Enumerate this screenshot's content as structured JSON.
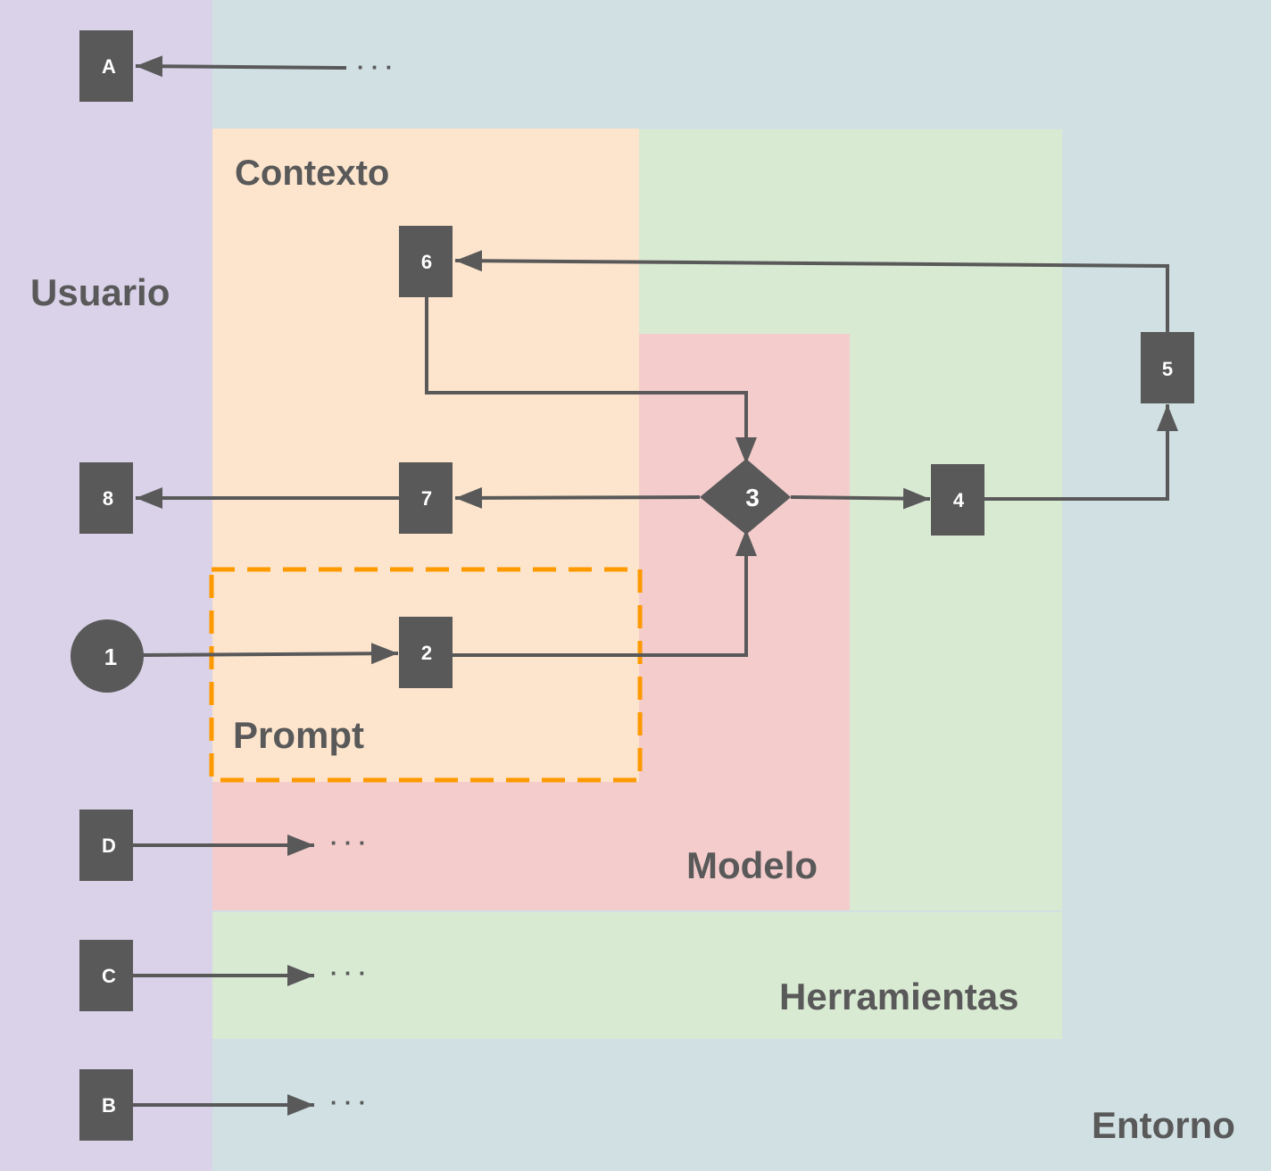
{
  "colors": {
    "entorno": "#d1e0e3",
    "usuario": "#d9d2e8",
    "herramientas": "#d9ead3",
    "contexto": "#fde5cd",
    "modelo": "#f4cccc",
    "prompt_border": "#ff9900",
    "node_fill": "#595959",
    "edge": "#595959",
    "label": "#595959"
  },
  "regions": {
    "usuario": "Usuario",
    "entorno": "Entorno",
    "herramientas": "Herramientas",
    "contexto": "Contexto",
    "modelo": "Modelo",
    "prompt": "Prompt"
  },
  "nodes": [
    {
      "id": "A",
      "label": "A",
      "shape": "square"
    },
    {
      "id": "1",
      "label": "1",
      "shape": "circle"
    },
    {
      "id": "2",
      "label": "2",
      "shape": "square"
    },
    {
      "id": "3",
      "label": "3",
      "shape": "diamond"
    },
    {
      "id": "4",
      "label": "4",
      "shape": "square"
    },
    {
      "id": "5",
      "label": "5",
      "shape": "square"
    },
    {
      "id": "6",
      "label": "6",
      "shape": "square"
    },
    {
      "id": "7",
      "label": "7",
      "shape": "square"
    },
    {
      "id": "8",
      "label": "8",
      "shape": "square"
    },
    {
      "id": "D",
      "label": "D",
      "shape": "square"
    },
    {
      "id": "C",
      "label": "C",
      "shape": "square"
    },
    {
      "id": "B",
      "label": "B",
      "shape": "square"
    }
  ],
  "edges": [
    {
      "from": "1",
      "to": "2"
    },
    {
      "from": "2",
      "to": "3"
    },
    {
      "from": "6",
      "to": "3"
    },
    {
      "from": "3",
      "to": "4"
    },
    {
      "from": "4",
      "to": "5"
    },
    {
      "from": "5",
      "to": "6"
    },
    {
      "from": "3",
      "to": "7"
    },
    {
      "from": "7",
      "to": "8"
    },
    {
      "from": "…",
      "to": "A"
    },
    {
      "from": "D",
      "to": "…"
    },
    {
      "from": "C",
      "to": "…"
    },
    {
      "from": "B",
      "to": "…"
    }
  ],
  "ellipsis": "· · ·"
}
